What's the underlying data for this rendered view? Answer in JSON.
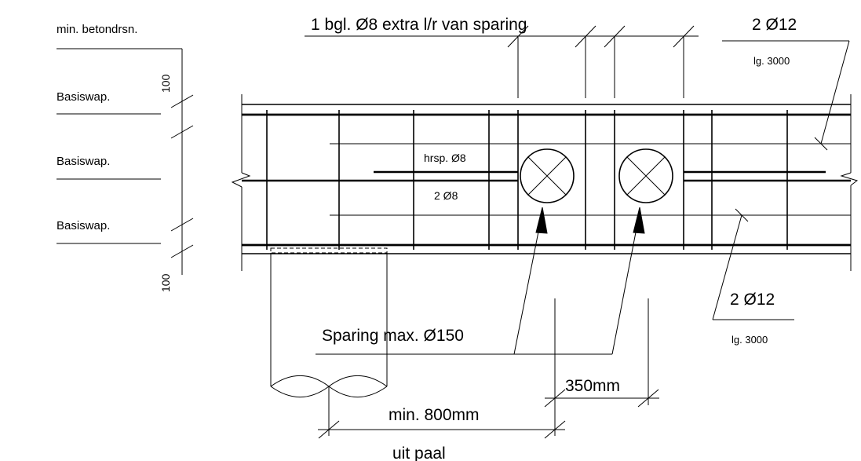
{
  "drawing": {
    "left_labels": {
      "cover": "min. betondrsn.",
      "basiswap_top": "Basiswap.",
      "basiswap_mid": "Basiswap.",
      "basiswap_bot": "Basiswap.",
      "dim_top": "100",
      "dim_bottom": "100"
    },
    "top_labels": {
      "extra_stirrup": "1 bgl. Ø8 extra l/r van sparing",
      "top_bars": "2 Ø12",
      "top_bars_length": "lg. 3000"
    },
    "inner_labels": {
      "hanger": "hrsp. Ø8",
      "middle_bars": "2 Ø8"
    },
    "right_labels": {
      "bottom_bars": "2 Ø12",
      "bottom_bars_length": "lg. 3000"
    },
    "bottom_labels": {
      "opening": "Sparing max. Ø150",
      "spacing": "350mm",
      "min_distance": "min. 800mm",
      "from_pile": "uit paal"
    }
  }
}
